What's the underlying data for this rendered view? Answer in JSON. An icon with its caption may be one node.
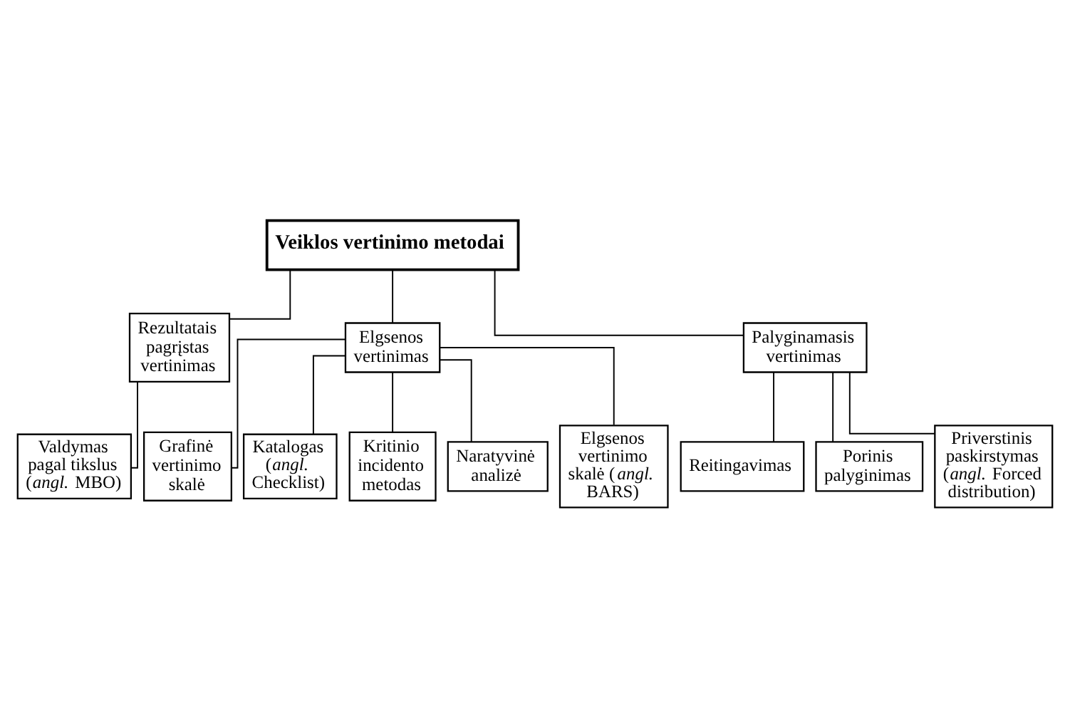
{
  "diagram": {
    "nodes": [
      {
        "text": [
          "Veiklos vertinimo metodai"
        ]
      },
      {
        "text": [
          "Rezultatais pagrįstas vertinimas"
        ]
      },
      {
        "text": [
          "Elgsenos vertinimas"
        ]
      },
      {
        "text": [
          "Palyginamasis vertinimas"
        ]
      },
      {
        "text": [
          "Valdymas pagal tikslus (*angl.* MBO)"
        ]
      },
      {
        "text": [
          "Grafinė vertinimo skalė"
        ]
      },
      {
        "text": [
          "Katalogas (*angl.* Checklist)"
        ]
      },
      {
        "text": [
          "Kritinio incidento metodas"
        ]
      },
      {
        "text": [
          "Naratyvinė analizė"
        ]
      },
      {
        "text": [
          "Elgsenos vertinimo skalė (*angl.* BARS)"
        ]
      },
      {
        "text": [
          "Reitingavimas"
        ]
      },
      {
        "text": [
          "Porinis palyginimas"
        ]
      },
      {
        "text": [
          "Priverstinis paskirstymas (*angl.* Forced distribution)"
        ]
      }
    ],
    "edges": [
      {
        "from": 0,
        "to": 1,
        "arrow": "none"
      },
      {
        "from": 0,
        "to": 2,
        "arrow": "none"
      },
      {
        "from": 0,
        "to": 3,
        "arrow": "none"
      },
      {
        "from": 1,
        "to": 4,
        "arrow": "none"
      },
      {
        "from": 2,
        "to": 5,
        "arrow": "none"
      },
      {
        "from": 2,
        "to": 6,
        "arrow": "none"
      },
      {
        "from": 2,
        "to": 7,
        "arrow": "none"
      },
      {
        "from": 2,
        "to": 8,
        "arrow": "none"
      },
      {
        "from": 2,
        "to": 9,
        "arrow": "none"
      },
      {
        "from": 3,
        "to": 10,
        "arrow": "none"
      },
      {
        "from": 3,
        "to": 11,
        "arrow": "none"
      },
      {
        "from": 3,
        "to": 12,
        "arrow": "none"
      }
    ]
  }
}
